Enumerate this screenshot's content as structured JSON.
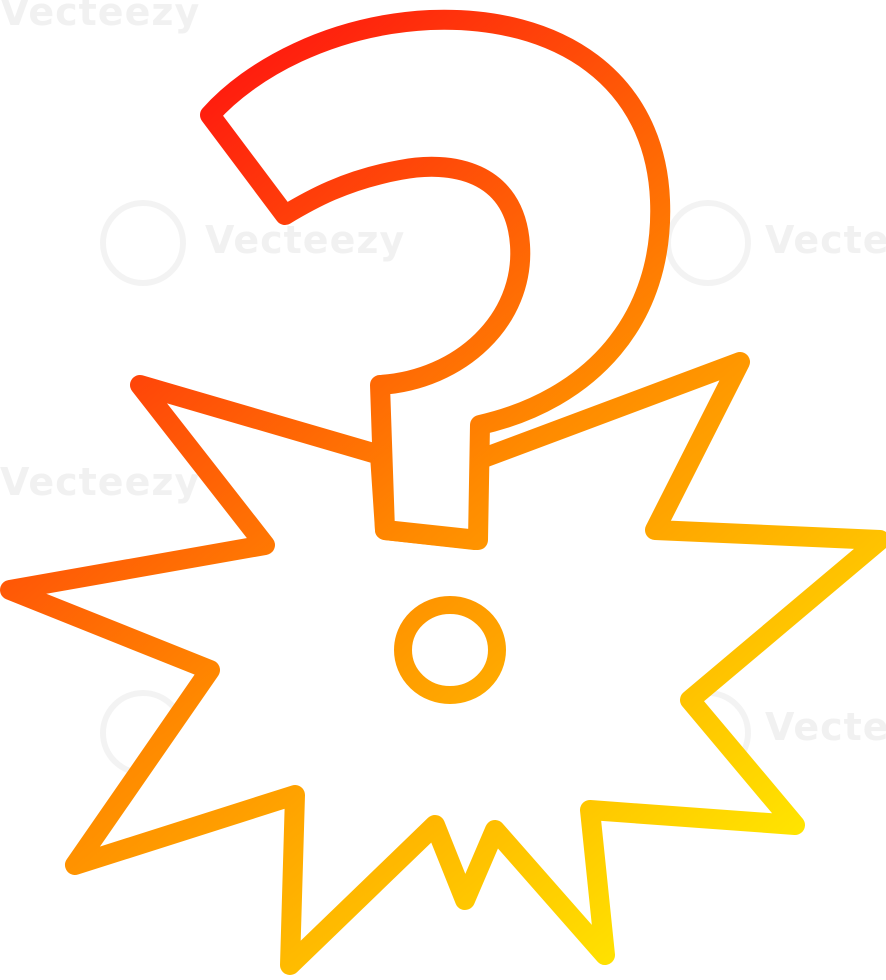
{
  "image": {
    "subject": "question-mark-burst-icon",
    "colors": {
      "gradient_start": "#ff1010",
      "gradient_mid": "#ff8a00",
      "gradient_end": "#ffee00",
      "background": "#ffffff"
    }
  },
  "watermarks": [
    "Vecteezy",
    "Vecteezy",
    "Vecteezy",
    "Vecteezy",
    "Vecteezy",
    "Vecteezy",
    "Vecteezy"
  ]
}
